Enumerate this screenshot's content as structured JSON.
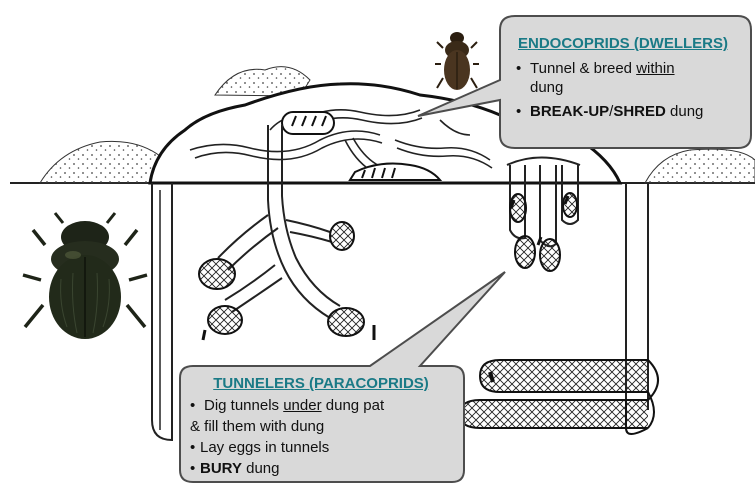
{
  "endocoprids": {
    "title": "ENDOCOPRIDS (DWELLERS)",
    "bullet1_pre": "Tunnel & breed ",
    "bullet1_u": "within",
    "bullet1_line2": "dung",
    "bullet2_b1": "BREAK-UP",
    "bullet2_slash": "/",
    "bullet2_b2": "SHRED",
    "bullet2_post": " dung"
  },
  "tunnelers": {
    "title": "TUNNELERS (PARACOPRIDS)",
    "line1_pre": "Dig tunnels ",
    "line1_u": "under",
    "line1_post": " dung pat",
    "line2": "& fill them with dung",
    "line3": "Lay eggs in tunnels",
    "line4_b": "BURY",
    "line4_post": " dung"
  },
  "bullet_glyph": "•",
  "colors": {
    "callout_fill": "#d9d9d9",
    "callout_stroke": "#4d4d4d",
    "title_teal": "#1a7a86",
    "beetle_dark": "#1e2418",
    "beetle_brown": "#4a3520"
  }
}
